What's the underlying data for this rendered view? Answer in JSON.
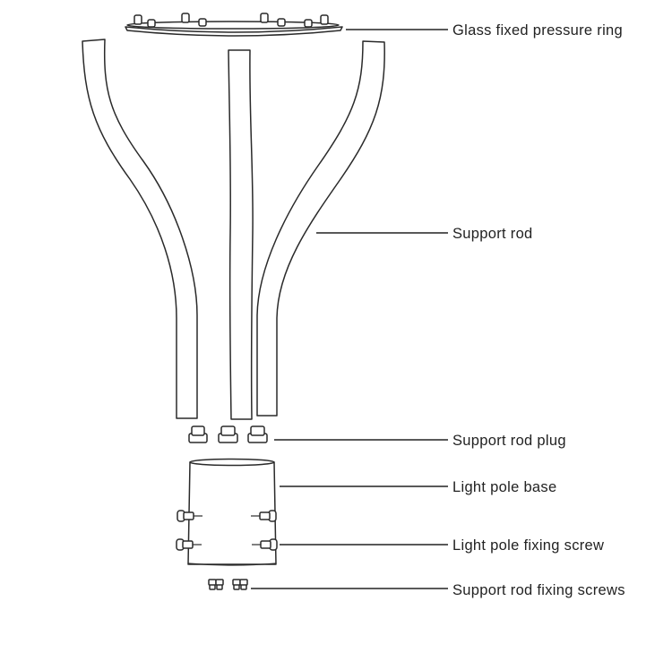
{
  "colors": {
    "line": "#2a2a2a",
    "text": "#222222",
    "background": "#ffffff"
  },
  "labels": {
    "glass_ring": "Glass fixed pressure ring",
    "support_rod": "Support rod",
    "rod_plug": "Support rod plug",
    "pole_base": "Light pole base",
    "fixing_screw": "Light pole fixing screw",
    "rod_fixing_screws": "Support rod fixing screws"
  }
}
